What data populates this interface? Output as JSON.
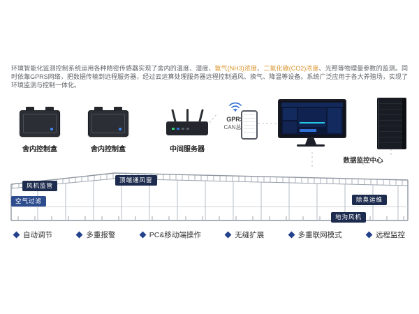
{
  "colors": {
    "accent": "#24418c",
    "navy": "#1d2c4e",
    "highlight": "#d9952f"
  },
  "intro": {
    "segments": [
      {
        "text": "环境智能化监测控制系统运用各种精密传感器实现了舍内的温度、湿度、"
      },
      {
        "text": "氨气(NH3)浓度"
      },
      {
        "text": "、"
      },
      {
        "text": "二氧化碳(CO2)浓度"
      },
      {
        "text": "、光照等物理量参数的监测。同时依靠GPRS网络，把数据传输到远程服务器，经过云运算处理服务器远程控制通风、换气、降温等设备。系统广泛应用于各大养殖场，实现了环境监测与控制一体化。"
      }
    ]
  },
  "devices": {
    "control_box_1": {
      "label": "舍内控制盒"
    },
    "control_box_2": {
      "label": "舍内控制盒"
    },
    "middle_server": {
      "label": "中间服务器"
    },
    "gprs": {
      "line1": "GPRS",
      "line2": "CAN总线"
    },
    "data_center": {
      "label": "数据监控中心"
    }
  },
  "building": {
    "labels": {
      "fan_monitor": "风机监管",
      "air_filter": "空气过滤",
      "top_vent": "顶端通风窗",
      "deodorization": "除臭运维",
      "trench_fan": "地沟风机"
    }
  },
  "features": {
    "items": [
      {
        "label": "自动调节"
      },
      {
        "label": "多重报警"
      },
      {
        "label": "PC&移动端操作"
      },
      {
        "label": "无缝扩展"
      },
      {
        "label": "多重联网模式"
      },
      {
        "label": "远程监控"
      }
    ]
  }
}
